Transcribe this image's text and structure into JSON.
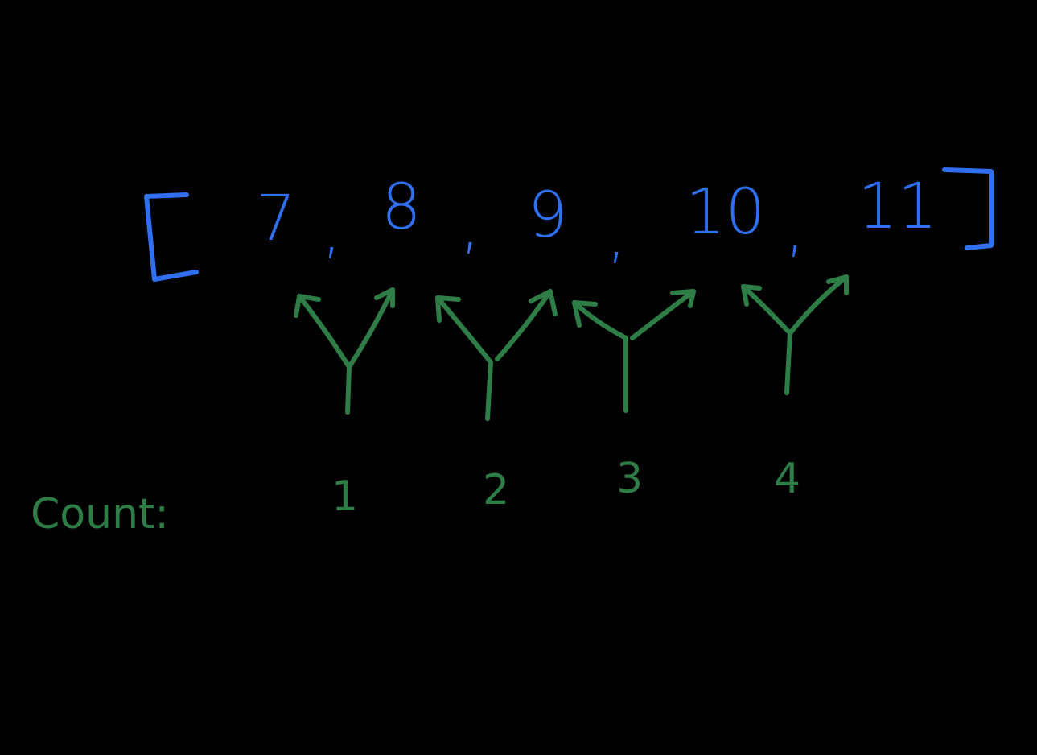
{
  "array": {
    "open_bracket": "[",
    "close_bracket": "]",
    "separator": ",",
    "values": [
      "7",
      "8",
      "9",
      "10",
      "11"
    ]
  },
  "count": {
    "label": "Count:",
    "values": [
      "1",
      "2",
      "3",
      "4"
    ]
  },
  "colors": {
    "background": "#000000",
    "array_ink": "#2f6ff0",
    "count_ink": "#2e7d46"
  }
}
